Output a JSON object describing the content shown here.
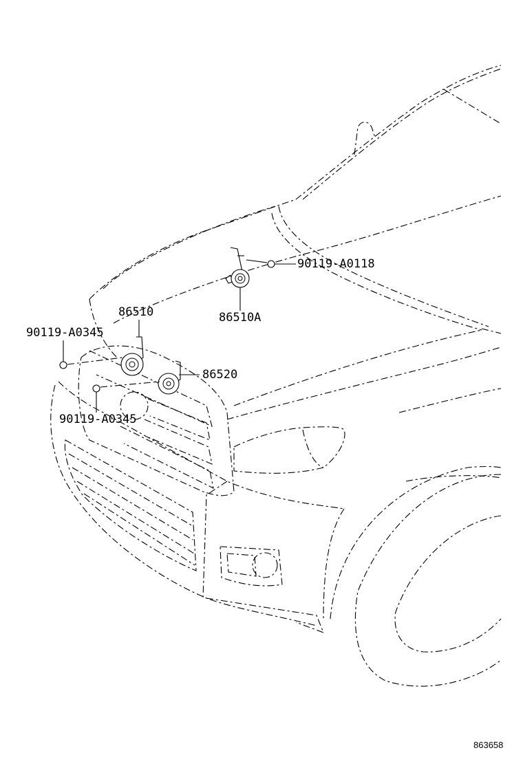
{
  "callouts": {
    "horn_high_bracket": "86510",
    "horn_high_alt": "86510A",
    "horn_low": "86520",
    "bolt_upper_left": "90119-A0345",
    "bolt_lower_left": "90119-A0345",
    "bolt_upper_right": "90119-A0118"
  },
  "diagram_ref": "863658"
}
